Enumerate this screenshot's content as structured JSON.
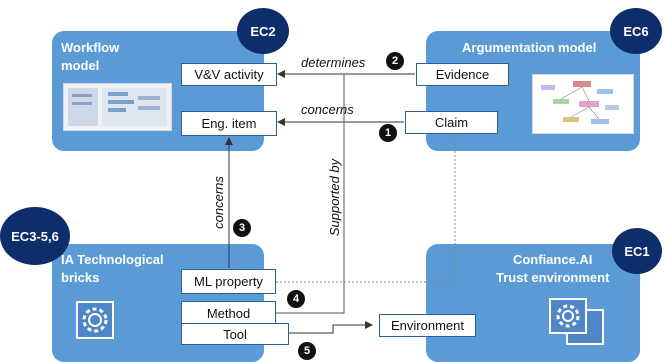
{
  "panels": {
    "workflow": {
      "title": "Workflow\nmodel",
      "badge": "EC2"
    },
    "argumentation": {
      "title": "Argumentation model",
      "badge": "EC6"
    },
    "ia": {
      "title": "IA Technological\nbricks",
      "badge": "EC3-5,6"
    },
    "confiance": {
      "title": "Confiance.AI\nTrust environment",
      "badge": "EC1"
    }
  },
  "boxes": {
    "vv_activity": "V&V activity",
    "eng_item": "Eng. item",
    "evidence": "Evidence",
    "claim": "Claim",
    "ml_property": "ML property",
    "method": "Method",
    "tool": "Tool",
    "environment": "Environment"
  },
  "relations": {
    "determines": "determines",
    "concerns_top": "concerns",
    "concerns_vertical": "concerns",
    "supported_by": "Supported by"
  },
  "numbers": {
    "n1": "1",
    "n2": "2",
    "n3": "3",
    "n4": "4",
    "n5": "5"
  },
  "colors": {
    "panel": "#5b9bd5",
    "badge": "#0d2d6b",
    "box_border": "#2e5f9a"
  }
}
